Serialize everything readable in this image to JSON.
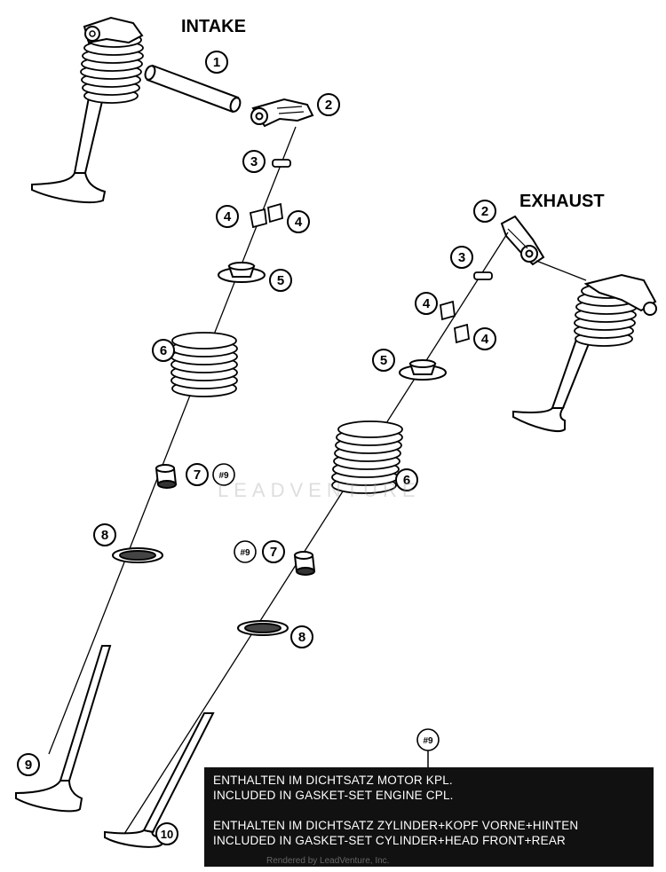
{
  "titles": {
    "intake": "INTAKE",
    "exhaust": "EXHAUST"
  },
  "callouts": {
    "c1": "1",
    "c2": "2",
    "c3": "3",
    "c4": "4",
    "c5": "5",
    "c6": "6",
    "c7": "7",
    "c8": "8",
    "c9": "9",
    "c10": "10",
    "note_ref": "#9"
  },
  "note": {
    "line1": "ENTHALTEN IM DICHTSATZ MOTOR KPL.",
    "line2": "INCLUDED IN GASKET-SET ENGINE CPL.",
    "line3": "ENTHALTEN IM DICHTSATZ ZYLINDER+KOPF VORNE+HINTEN",
    "line4": "INCLUDED IN GASKET-SET CYLINDER+HEAD FRONT+REAR"
  },
  "watermark": "LEADVENTURE",
  "footer": "Rendered by LeadVenture, Inc."
}
